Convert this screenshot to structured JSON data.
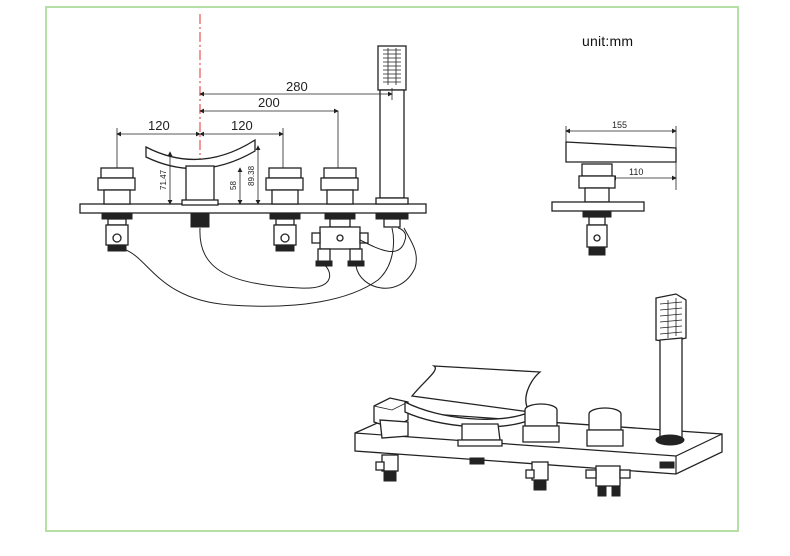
{
  "unit_label": "unit:mm",
  "dimensions": {
    "d280": "280",
    "d200": "200",
    "d120_left": "120",
    "d120_right": "120",
    "d71": "71.47",
    "d58": "58",
    "d89": "89.38",
    "d155": "155",
    "d110": "110"
  },
  "colors": {
    "frame": "#b6dfa6",
    "centerline": "#e53030",
    "ink": "#222222"
  }
}
